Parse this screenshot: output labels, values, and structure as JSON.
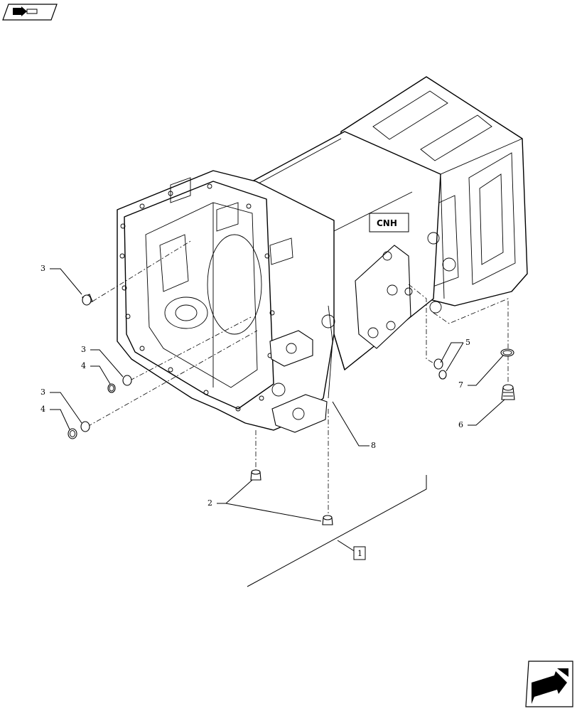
{
  "icons": {
    "top_left": "book-arrow-icon",
    "bottom_right": "next-page-arrow-icon"
  },
  "logo_text": "CNH",
  "callouts": [
    {
      "id": "c3a",
      "label": "3"
    },
    {
      "id": "c3b",
      "label": "3"
    },
    {
      "id": "c4b",
      "label": "4"
    },
    {
      "id": "c3c",
      "label": "3"
    },
    {
      "id": "c4c",
      "label": "4"
    },
    {
      "id": "c5",
      "label": "5"
    },
    {
      "id": "c7",
      "label": "7"
    },
    {
      "id": "c6",
      "label": "6"
    },
    {
      "id": "c8",
      "label": "8"
    },
    {
      "id": "c2",
      "label": "2"
    },
    {
      "id": "c1",
      "label": "1"
    }
  ]
}
